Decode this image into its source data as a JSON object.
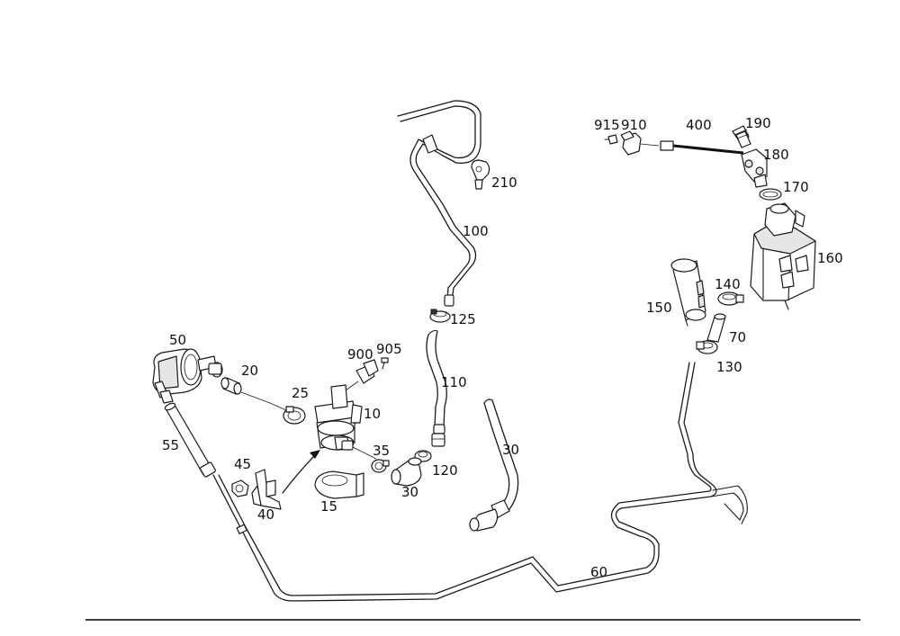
{
  "labels": {
    "p915": "915",
    "p910": "910",
    "p400": "400",
    "p190": "190",
    "p180": "180",
    "p170": "170",
    "p160": "160",
    "p210": "210",
    "p100": "100",
    "p125": "125",
    "p110": "110",
    "p120": "120",
    "p150": "150",
    "p140": "140",
    "p70": "70",
    "p130": "130",
    "p50": "50",
    "p20": "20",
    "p25": "25",
    "p900": "900",
    "p905": "905",
    "p10": "10",
    "p35": "35",
    "p55": "55",
    "p45": "45",
    "p40": "40",
    "p15": "15",
    "p30a": "30",
    "p30b": "30",
    "p60": "60"
  },
  "colors": {
    "line": "#1a1a1a",
    "background": "#ffffff"
  }
}
